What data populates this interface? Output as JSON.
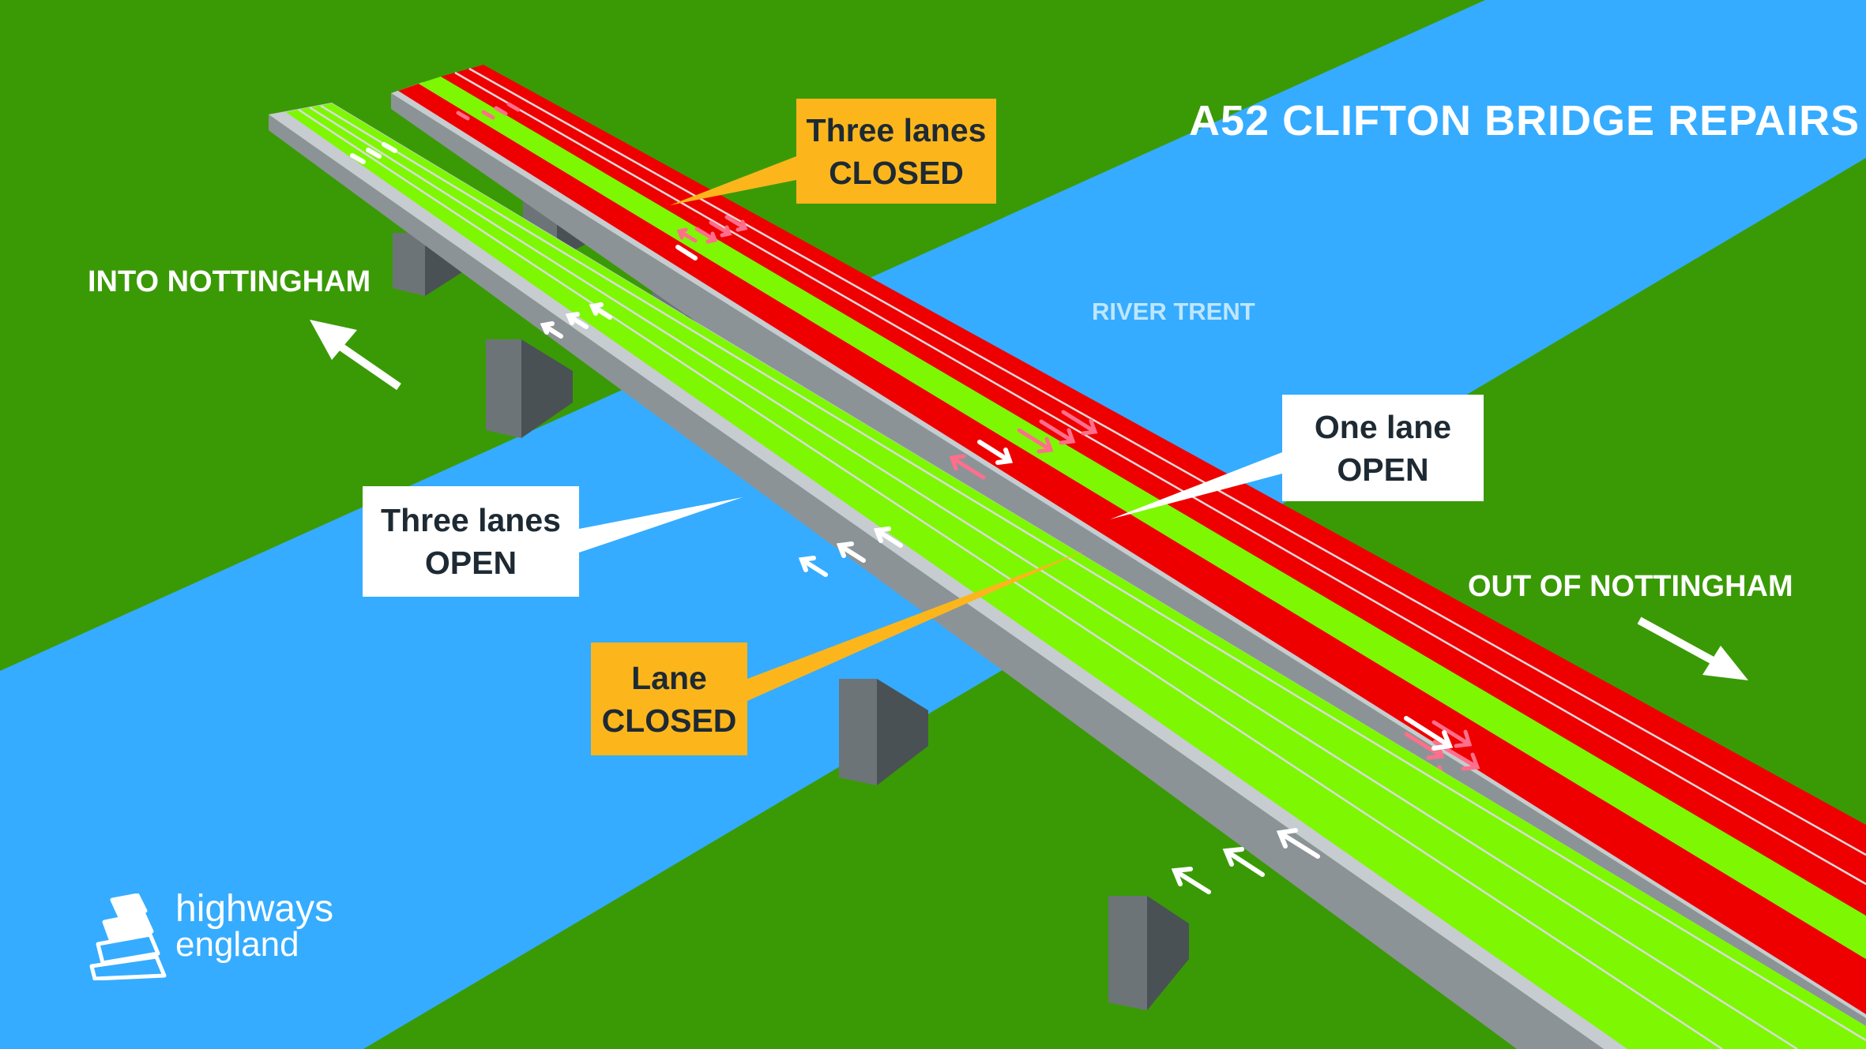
{
  "title": "A52 CLIFTON BRIDGE REPAIRS",
  "directions": {
    "into": "INTO NOTTINGHAM",
    "out": "OUT OF NOTTINGHAM"
  },
  "river": "RIVER TRENT",
  "callouts": {
    "three_closed": {
      "line1": "Three lanes",
      "line2": "CLOSED"
    },
    "one_open": {
      "line1": "One lane",
      "line2": "OPEN"
    },
    "three_open": {
      "line1": "Three lanes",
      "line2": "OPEN"
    },
    "lane_closed": {
      "line1": "Lane",
      "line2": "CLOSED"
    }
  },
  "logo": {
    "line1": "highways",
    "line2": "england"
  },
  "colors": {
    "grass": "#3a9a06",
    "river": "#35acff",
    "lane_open": "#7ef703",
    "lane_closed": "#ee0000",
    "callout_closed": "#fcb61c",
    "callout_open": "#ffffff",
    "bridge_concrete": "#8c9396"
  }
}
